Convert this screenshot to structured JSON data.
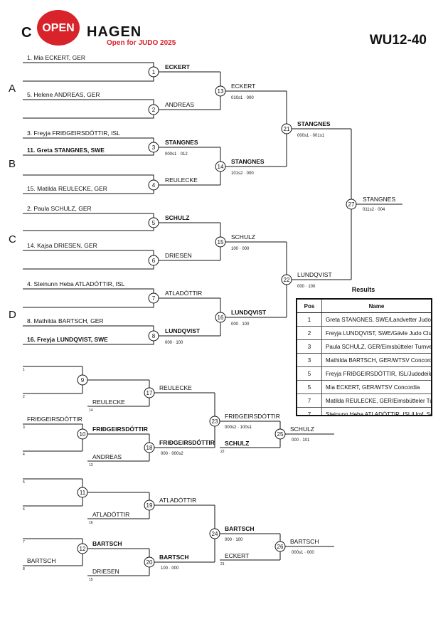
{
  "header": {
    "logo_c": "C",
    "logo_open": "OPEN",
    "logo_hagen": "HAGEN",
    "tagline": "Open for JUDO 2025",
    "category": "WU12-40",
    "pool_labels": [
      "A",
      "B",
      "C",
      "D"
    ]
  },
  "entries": [
    {
      "text": "1. Mia ECKERT, GER",
      "bold": false
    },
    {
      "text": "5. Helene ANDREAS, GER",
      "bold": false
    },
    {
      "text": "3. Freyja FRIÐGEIRSDÓTTIR, ISL",
      "bold": false
    },
    {
      "text": "11. Greta STANGNES, SWE",
      "bold": true
    },
    {
      "text": "",
      "bold": false
    },
    {
      "text": "15. Matilda REULECKE, GER",
      "bold": false
    },
    {
      "text": "2. Paula SCHULZ, GER",
      "bold": false
    },
    {
      "text": "",
      "bold": false
    },
    {
      "text": "14. Kajsa DRIESEN, GER",
      "bold": false
    },
    {
      "text": "4. Steinunn Heba ATLADÓTTIR, ISL",
      "bold": false
    },
    {
      "text": "8. Mathilda BARTSCH, GER",
      "bold": false
    },
    {
      "text": "16. Freyja LUNDQVIST, SWE",
      "bold": true
    }
  ],
  "main_matches": [
    {
      "num": "1",
      "name": "ECKERT",
      "bold": true,
      "score": ""
    },
    {
      "num": "2",
      "name": "ANDREAS",
      "bold": false,
      "score": ""
    },
    {
      "num": "3",
      "name": "STANGNES",
      "bold": true,
      "score": "000s1 · 012"
    },
    {
      "num": "4",
      "name": "REULECKE",
      "bold": false,
      "score": ""
    },
    {
      "num": "5",
      "name": "SCHULZ",
      "bold": true,
      "score": ""
    },
    {
      "num": "6",
      "name": "DRIESEN",
      "bold": false,
      "score": ""
    },
    {
      "num": "7",
      "name": "ATLADÓTTIR",
      "bold": false,
      "score": ""
    },
    {
      "num": "8",
      "name": "LUNDQVIST",
      "bold": true,
      "score": "000 · 100"
    },
    {
      "num": "13",
      "name": "ECKERT",
      "bold": false,
      "score": "010s1 · 000"
    },
    {
      "num": "14",
      "name": "STANGNES",
      "bold": true,
      "score": "101s2 · 000"
    },
    {
      "num": "15",
      "name": "SCHULZ",
      "bold": false,
      "score": "100 · 000"
    },
    {
      "num": "16",
      "name": "LUNDQVIST",
      "bold": true,
      "score": "000 · 100"
    },
    {
      "num": "21",
      "name": "STANGNES",
      "bold": true,
      "score": "000s1 · 001s1"
    },
    {
      "num": "22",
      "name": "LUNDQVIST",
      "bold": false,
      "score": "000 · 100"
    },
    {
      "num": "27",
      "name": "STANGNES",
      "bold": false,
      "score": "011s2 · 004"
    }
  ],
  "repechage_matches": [
    {
      "num": "9",
      "name": "REULECKE",
      "bold": false,
      "score": "",
      "ref": "14",
      "left": [
        "",
        ""
      ],
      "left_refs": [
        "1",
        "2"
      ]
    },
    {
      "num": "10",
      "name": "FRIÐGEIRSDÓTTIR",
      "bold": true,
      "score": "",
      "ref": "",
      "left": [
        "FRIÐGEIRSDÓTTIR",
        ""
      ],
      "left_refs": [
        "3",
        "4"
      ]
    },
    {
      "num": "17",
      "name": "REULECKE",
      "bold": false,
      "score": "",
      "ref": "",
      "left": [
        "",
        "ANDREAS"
      ],
      "left_refs": [
        "",
        "13"
      ]
    },
    {
      "num": "18",
      "name": "FRIÐGEIRSDÓTTIR",
      "bold": true,
      "score": "000 · 000s2",
      "ref": "",
      "left": [],
      "left_refs": []
    },
    {
      "num": "23",
      "name": "FRIÐGEIRSDÓTTIR",
      "bold": false,
      "score": "000s2 · 100s1",
      "ref": "",
      "left": [],
      "left_refs": []
    },
    {
      "num": "23b",
      "name": "SCHULZ",
      "bold": true,
      "score": "",
      "ref": "22",
      "left": [],
      "left_refs": []
    },
    {
      "num": "25",
      "name": "SCHULZ",
      "bold": false,
      "score": "000 · 101",
      "ref": "",
      "left": [],
      "left_refs": []
    },
    {
      "num": "11",
      "name": "ATLADÓTTIR",
      "bold": false,
      "score": "",
      "ref": "16",
      "left": [
        "",
        ""
      ],
      "left_refs": [
        "5",
        "6"
      ]
    },
    {
      "num": "12",
      "name": "BARTSCH",
      "bold": true,
      "score": "",
      "ref": "",
      "left": [
        "",
        "BARTSCH"
      ],
      "left_refs": [
        "7",
        "8"
      ]
    },
    {
      "num": "19",
      "name": "ATLADÓTTIR",
      "bold": false,
      "score": "",
      "ref": "",
      "left": [],
      "left_refs": []
    },
    {
      "num": "20",
      "name": "BARTSCH",
      "bold": true,
      "score": "100 · 000",
      "ref": "15",
      "left": [
        "",
        "DRIESEN"
      ],
      "left_refs": [
        "",
        "15"
      ]
    },
    {
      "num": "24",
      "name": "BARTSCH",
      "bold": true,
      "score": "000 · 100",
      "ref": "",
      "left": [],
      "left_refs": []
    },
    {
      "num": "24b",
      "name": "ECKERT",
      "bold": false,
      "score": "",
      "ref": "21",
      "left": [],
      "left_refs": []
    },
    {
      "num": "26",
      "name": "BARTSCH",
      "bold": false,
      "score": "000s1 · 000",
      "ref": "",
      "left": [],
      "left_refs": []
    }
  ],
  "results": {
    "title": "Results",
    "col_pos": "Pos",
    "col_name": "Name",
    "rows": [
      {
        "pos": "1",
        "name": "Greta STANGNES, SWE/Landvetter Judoklubb"
      },
      {
        "pos": "2",
        "name": "Freyja LUNDQVIST, SWE/Gävle Judo Club"
      },
      {
        "pos": "3",
        "name": "Paula SCHULZ, GER/Eimsbütteler Turnverband"
      },
      {
        "pos": "3",
        "name": "Mathilda BARTSCH, GER/WTSV Concordia"
      },
      {
        "pos": "5",
        "name": "Freyja FRIÐGEIRSDÓTTIR, ISL/Judodeild Reykjavíkur"
      },
      {
        "pos": "5",
        "name": "Mia ECKERT, GER/WTSV Concordia"
      },
      {
        "pos": "7",
        "name": "Matilda REULECKE, GER/Eimsbütteler Turnverband"
      },
      {
        "pos": "7",
        "name": "Steinunn Heba ATLADÓTTIR, ISL/Umf. Selfoss"
      }
    ]
  }
}
